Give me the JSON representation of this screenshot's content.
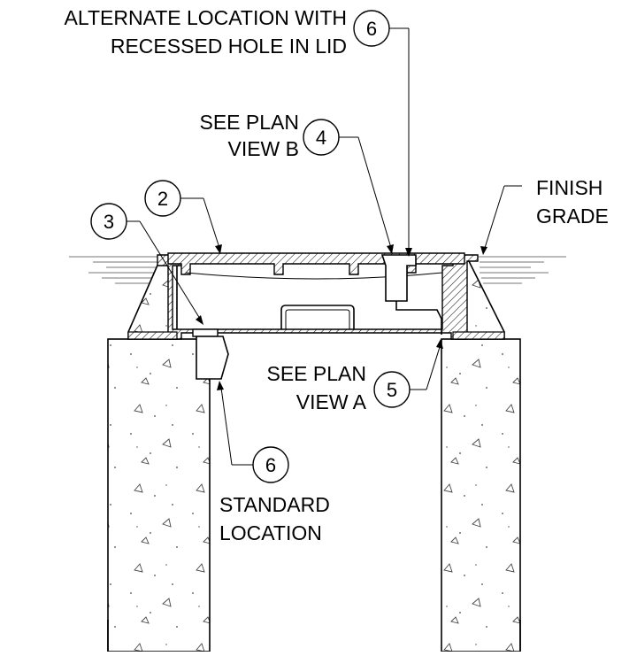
{
  "labels": {
    "alternate_line1": "ALTERNATE LOCATION WITH",
    "alternate_line2": "RECESSED HOLE IN LID",
    "see_plan_b_line1": "SEE PLAN",
    "see_plan_b_line2": "VIEW B",
    "finish_line1": "FINISH",
    "finish_line2": "GRADE",
    "see_plan_a_line1": "SEE PLAN",
    "see_plan_a_line2": "VIEW A",
    "standard_line1": "STANDARD",
    "standard_line2": "LOCATION"
  },
  "callouts": {
    "alternate": "6",
    "plan_b": "4",
    "lid": "2",
    "frame": "3",
    "plan_a": "5",
    "standard": "6"
  }
}
